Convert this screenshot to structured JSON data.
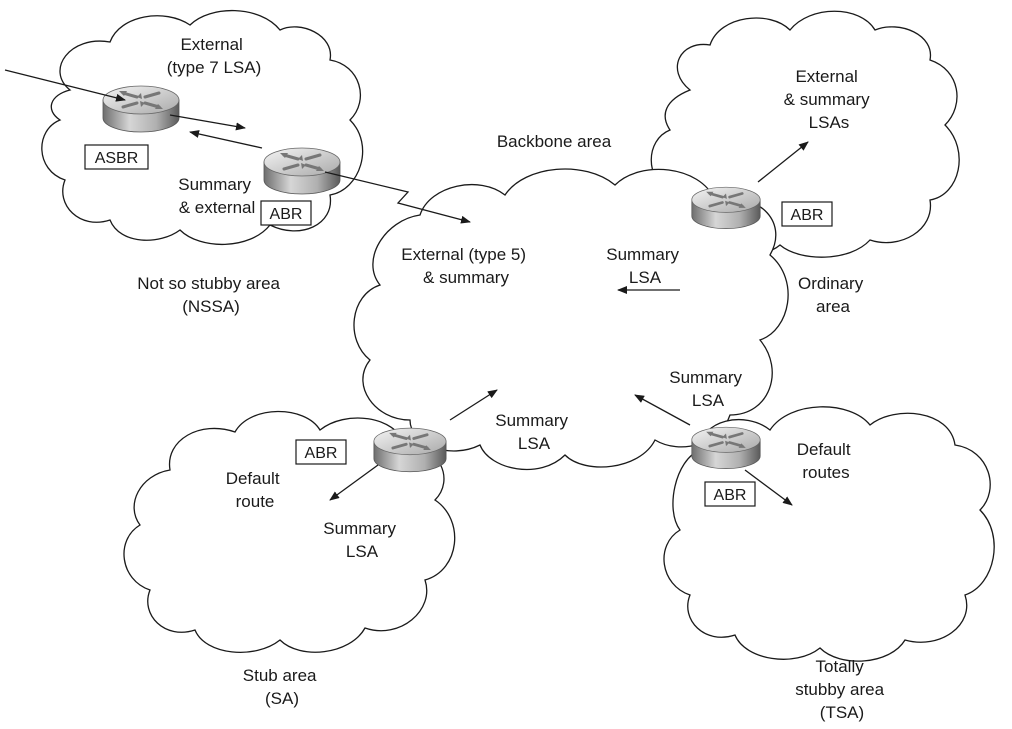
{
  "areas": {
    "nssa": {
      "name_lines": [
        "Not so stubby area",
        "(NSSA)"
      ],
      "top_label_lines": [
        "External",
        "(type 7 LSA)"
      ],
      "inner_label_lines": [
        "Summary",
        "& external"
      ],
      "asbr_tag": "ASBR",
      "abr_tag": "ABR"
    },
    "backbone": {
      "name": "Backbone area",
      "external_label_lines": [
        "External (type 5)",
        "& summary"
      ],
      "summary_right_lines": [
        "Summary",
        "LSA"
      ],
      "summary_bottom_lines": [
        "Summary",
        "LSA"
      ],
      "summary_lower_right_lines": [
        "Summary",
        "LSA"
      ]
    },
    "ordinary": {
      "name_lines": [
        "Ordinary",
        "area"
      ],
      "label_lines": [
        "External",
        "& summary",
        "LSAs"
      ],
      "abr_tag": "ABR"
    },
    "stub": {
      "name_lines": [
        "Stub area",
        "(SA)"
      ],
      "default_lines": [
        "Default",
        "route"
      ],
      "summary_lines": [
        "Summary",
        "LSA"
      ],
      "abr_tag": "ABR"
    },
    "tsa": {
      "name_lines": [
        "Totally",
        "stubby area",
        "(TSA)"
      ],
      "default_lines": [
        "Default",
        "routes"
      ],
      "abr_tag": "ABR"
    }
  }
}
